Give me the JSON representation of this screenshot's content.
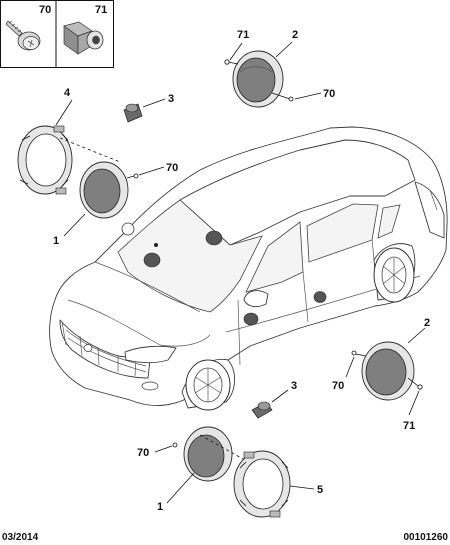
{
  "inset": {
    "screw_ref": "70",
    "clip_ref": "71"
  },
  "callouts": {
    "top_tweeter_clip": "71",
    "top_tweeter": "2",
    "top_tweeter_screw": "70",
    "dash_tweeter": "3",
    "front_bracket": "4",
    "front_speaker_screw": "70",
    "front_speaker": "1",
    "rear_tweeter": "2",
    "rear_tweeter_screw": "70",
    "rear_tweeter_clip": "71",
    "rear_dash_tweeter": "3",
    "rear_speaker_screw": "70",
    "rear_speaker": "1",
    "rear_bracket": "5"
  },
  "footer": {
    "date": "03/2014",
    "ref_number": "00101260"
  }
}
